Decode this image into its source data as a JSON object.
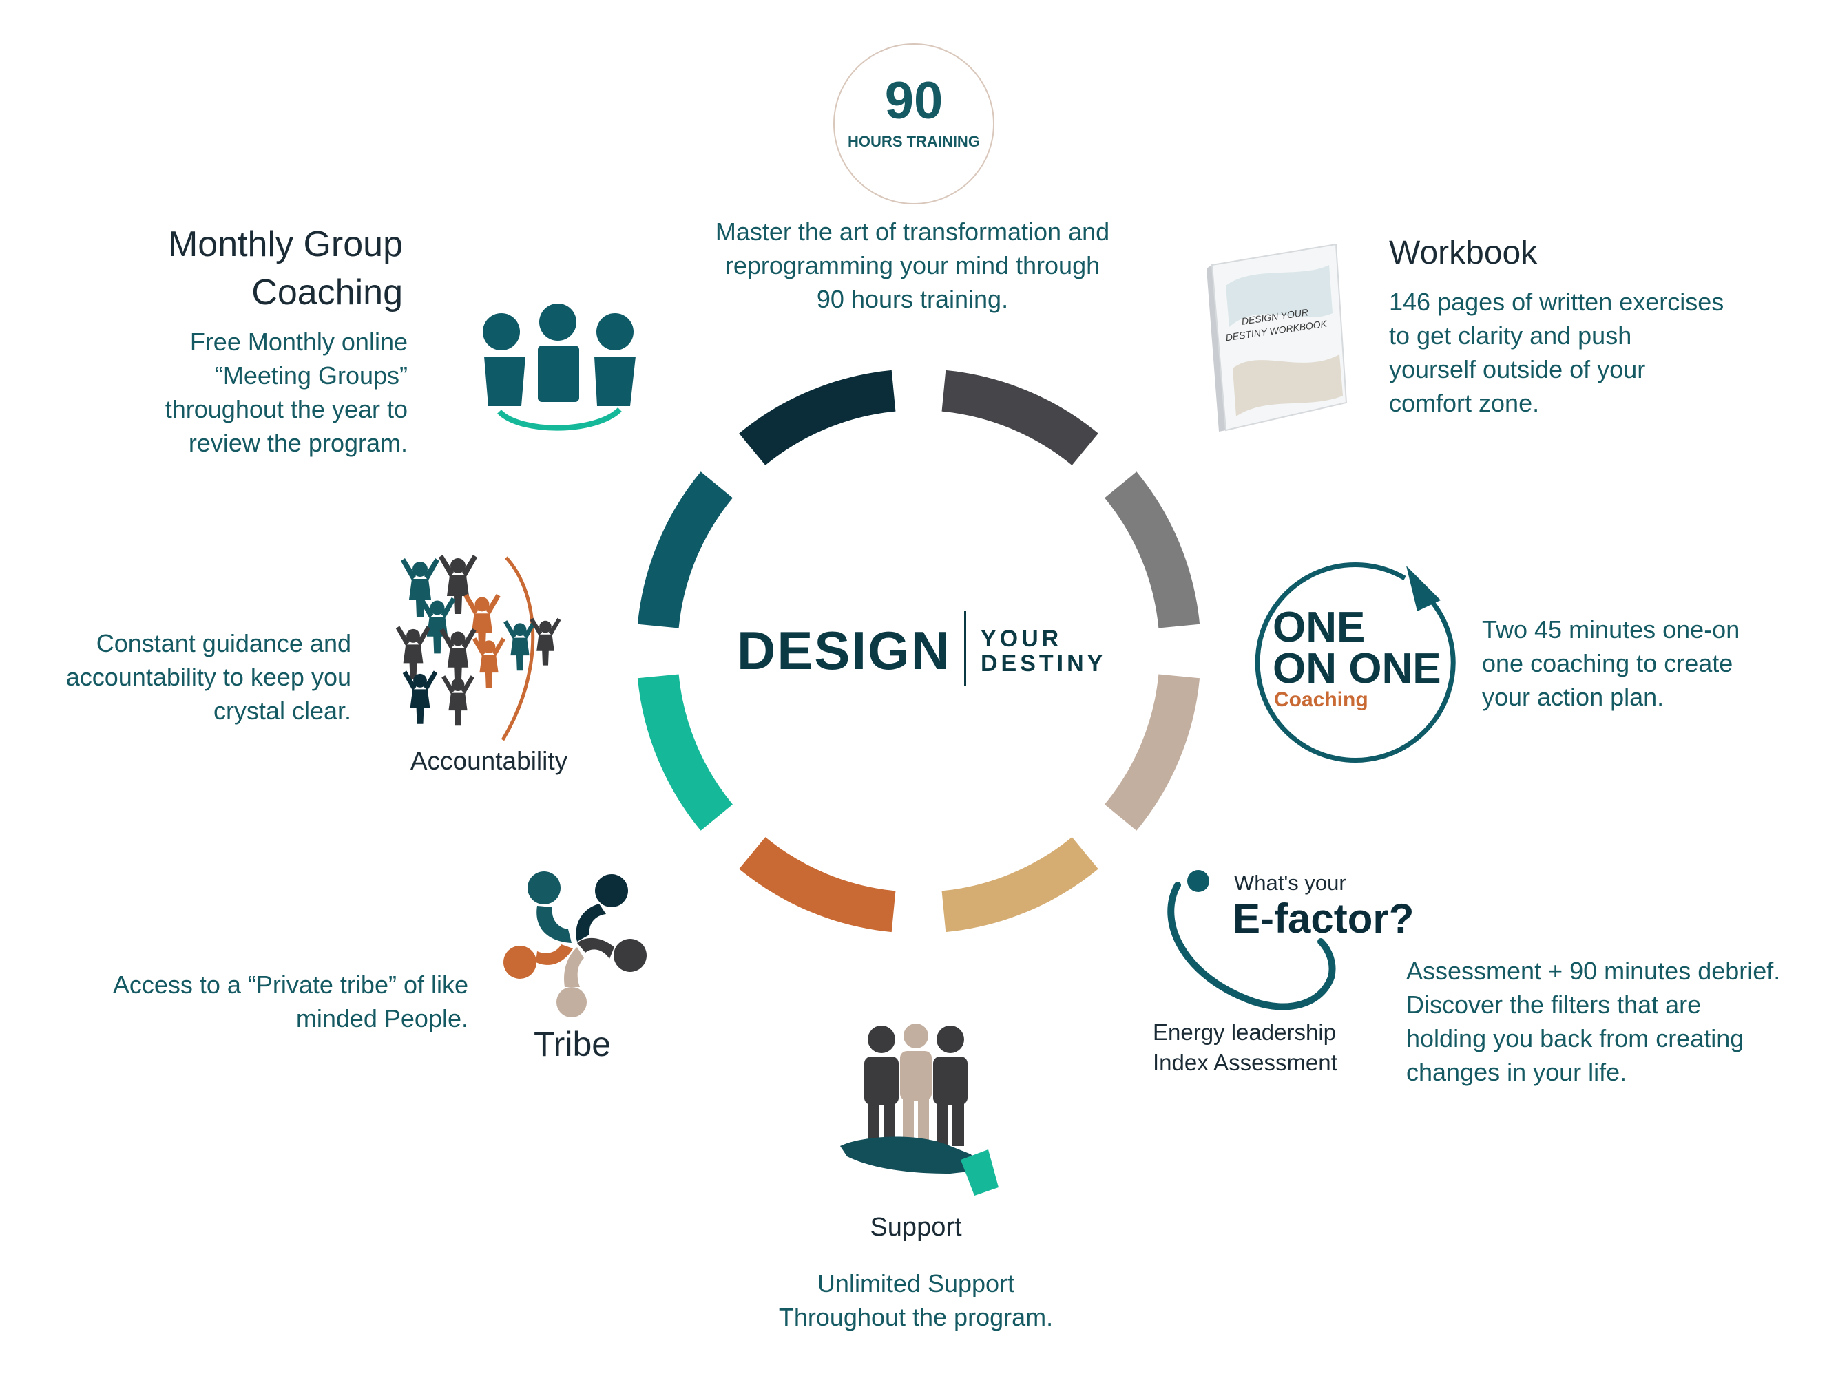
{
  "center": {
    "design": "DESIGN",
    "your": "YOUR",
    "destiny": "DESTINY"
  },
  "colors": {
    "dark_teal": "#0b2d3a",
    "charcoal": "#45454a",
    "grey": "#7d7d7d",
    "taupe": "#c3afa0",
    "tan": "#d5ad73",
    "orange": "#c96a34",
    "mint": "#16b89a",
    "teal": "#0f5a67",
    "text_teal": "#155a63",
    "text_dark": "#1b2b35"
  },
  "training": {
    "number": "90",
    "caption": "HOURS TRAINING",
    "desc": [
      "Master the art of transformation and",
      "reprogramming your mind through",
      "90 hours training."
    ]
  },
  "workbook": {
    "title": "Workbook",
    "desc": [
      "146 pages of written exercises",
      "to get clarity and push",
      "yourself outside of your",
      "comfort zone."
    ],
    "cover_text": [
      "DESIGN YOUR",
      "DESTINY WORKBOOK"
    ],
    "icon": "book-icon"
  },
  "one_on_one": {
    "line1": "ONE",
    "line2": "ON ONE",
    "coaching": "Coaching",
    "desc": [
      "Two 45 minutes one-on",
      "one coaching to create",
      "your action plan."
    ]
  },
  "efactor": {
    "whats": "What's your",
    "title": "E-factor?",
    "caption": [
      "Energy leadership",
      "Index Assessment"
    ],
    "desc": [
      "Assessment + 90 minutes debrief.",
      "Discover the filters that are",
      "holding you back from creating",
      "changes in your life."
    ]
  },
  "support": {
    "title": "Support",
    "desc": [
      "Unlimited Support",
      "Throughout the program."
    ],
    "icon": "helping-hand-icon"
  },
  "tribe": {
    "title": "Tribe",
    "desc": [
      "Access to a “Private tribe” of like",
      "minded People."
    ],
    "icon": "tribe-circle-icon"
  },
  "accountability": {
    "title": "Accountability",
    "desc": [
      "Constant guidance and",
      "accountability to keep you",
      "crystal clear."
    ],
    "icon": "people-group-icon"
  },
  "group_coaching": {
    "title": [
      "Monthly Group",
      "Coaching"
    ],
    "desc": [
      "Free Monthly online",
      "“Meeting Groups”",
      "throughout the year to",
      "review the program."
    ],
    "icon": "group-meeting-icon"
  }
}
